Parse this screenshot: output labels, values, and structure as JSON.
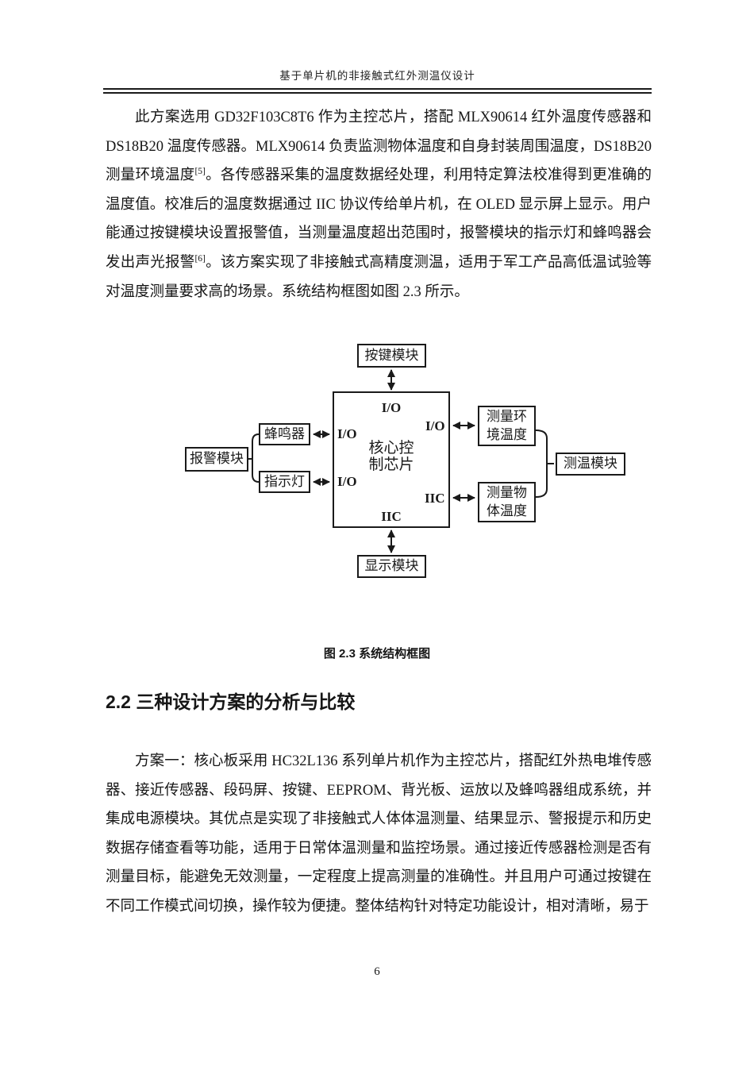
{
  "colors": {
    "ink": "#1a1a1a",
    "background": "#ffffff"
  },
  "header": {
    "title": "基于单片机的非接触式红外测温仪设计"
  },
  "para1": {
    "seg1": "此方案选用 GD32F103C8T6 作为主控芯片，搭配 MLX90614 红外温度传感器和 DS18B20 温度传感器。MLX90614 负责监测物体温度和自身封装周围温度，DS18B20 测量环境温度",
    "sup1": "[5]",
    "seg2": "。各传感器采集的温度数据经处理，利用特定算法校准得到更准确的温度值。校准后的温度数据通过 IIC 协议传给单片机，在 OLED 显示屏上显示。用户能通过按键模块设置报警值，当测量温度超出范围时，报警模块的指示灯和蜂鸣器会发出声光报警",
    "sup2": "[6]",
    "seg3": "。该方案实现了非接触式高精度测温，适用于军工产品高低温试验等对温度测量要求高的场景。系统结构框图如图 2.3 所示。"
  },
  "diagram": {
    "boxes": {
      "key_module": "按键模块",
      "buzzer": "蜂鸣器",
      "indicator": "指示灯",
      "alarm_module": "报警模块",
      "core_chip": "核心控\n制芯片",
      "env_temp": "测量环\n境温度",
      "obj_temp": "测量物\n体温度",
      "temp_module": "测温模块",
      "display_module": "显示模块"
    },
    "ports": {
      "top": "I/O",
      "left_upper": "I/O",
      "left_lower": "I/O",
      "right_upper": "I/O",
      "right_lower": "IIC",
      "bottom": "IIC"
    }
  },
  "figure": {
    "caption": "图 2.3 系统结构框图"
  },
  "section": {
    "heading": "2.2 三种设计方案的分析与比较"
  },
  "para2": {
    "text": "方案一：核心板采用 HC32L136 系列单片机作为主控芯片，搭配红外热电堆传感器、接近传感器、段码屏、按键、EEPROM、背光板、运放以及蜂鸣器组成系统，并集成电源模块。其优点是实现了非接触式人体体温测量、结果显示、警报提示和历史数据存储查看等功能，适用于日常体温测量和监控场景。通过接近传感器检测是否有测量目标，能避免无效测量，一定程度上提高测量的准确性。并且用户可通过按键在不同工作模式间切换，操作较为便捷。整体结构针对特定功能设计，相对清晰，易于"
  },
  "footer": {
    "page_number": "6"
  }
}
